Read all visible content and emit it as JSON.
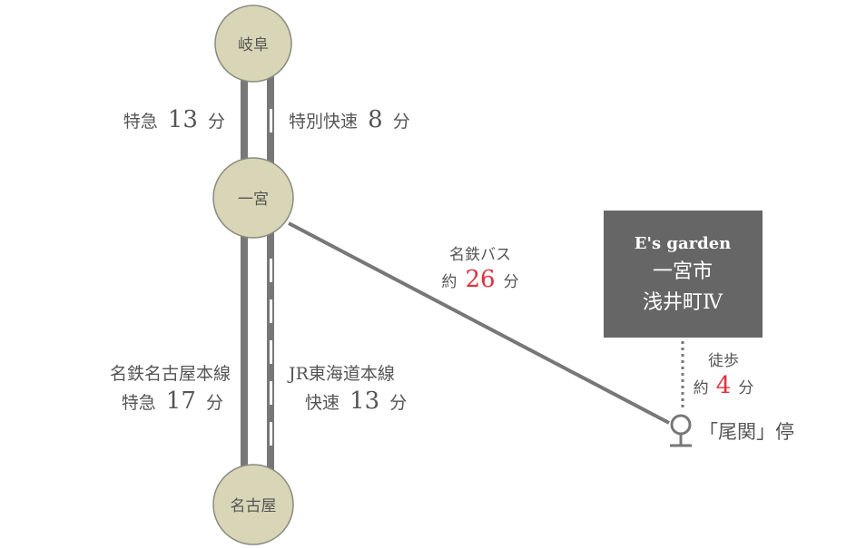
{
  "stations": [
    {
      "name": "岐阜"
    },
    {
      "name": "一宮"
    },
    {
      "name": "名古屋"
    }
  ],
  "routes": {
    "gifu_ichinomiya_meitetsu": {
      "type": "特急",
      "minutes": "13",
      "unit": "分"
    },
    "gifu_ichinomiya_jr": {
      "type": "特別快速",
      "minutes": "8",
      "unit": "分"
    },
    "ichinomiya_nagoya_meitetsu": {
      "line": "名鉄名古屋本線",
      "type": "特急",
      "minutes": "17",
      "unit": "分"
    },
    "ichinomiya_nagoya_jr": {
      "line": "JR東海道本線",
      "type": "快速",
      "minutes": "13",
      "unit": "分"
    },
    "bus": {
      "line": "名鉄バス",
      "prefix": "約",
      "minutes": "26",
      "unit": "分"
    },
    "walk": {
      "mode": "徒歩",
      "prefix": "約",
      "minutes": "4",
      "unit": "分"
    }
  },
  "property": {
    "brand": "E's garden",
    "line1": "一宮市",
    "line2": "浅井町Ⅳ"
  },
  "bus_stop": {
    "name": "「尾関」停"
  },
  "colors": {
    "circle_fill": "#d8d6b6",
    "rail": "#777777",
    "box": "#666666",
    "accent": "#e0303c"
  }
}
